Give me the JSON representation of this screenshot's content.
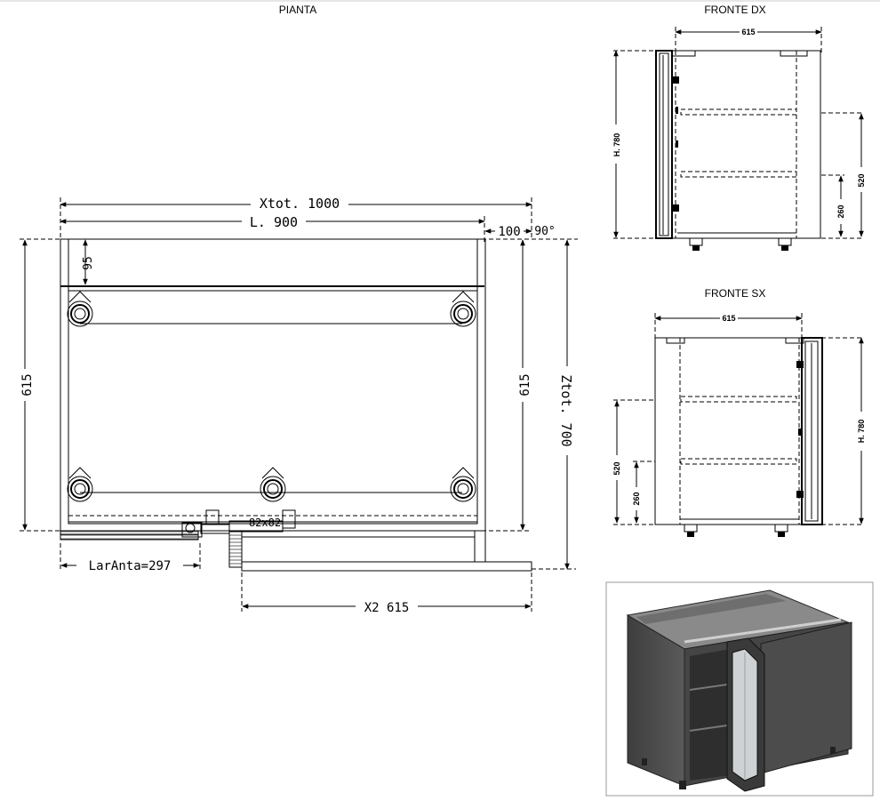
{
  "views": {
    "plan_title": "PIANTA",
    "front_dx_title": "FRONTE DX",
    "front_sx_title": "FRONTE SX"
  },
  "plan": {
    "xtot_label": "Xtot. 1000",
    "l_label": "L. 900",
    "gap_label": "100",
    "angle_label": "90°",
    "depth_top_label": "95",
    "depth_left_label": "615",
    "depth_inner_label": "615",
    "ztot_label": "Ztot. 700",
    "hinge_label": "82x82",
    "lar_anta_label": "LarAnta=297",
    "x2_label": "X2 615"
  },
  "front_dx": {
    "width_label": "615",
    "height_label": "H. 780",
    "shelf1_label": "520",
    "shelf2_label": "260"
  },
  "front_sx": {
    "width_label": "615",
    "height_label": "H. 780",
    "shelf1_label": "520",
    "shelf2_label": "260"
  },
  "colors": {
    "line": "#000000",
    "cabinet_body": "#4a4a4a",
    "cabinet_top": "#8a8a8a",
    "glass": "#cfd2d4",
    "frame_border": "#999999"
  }
}
